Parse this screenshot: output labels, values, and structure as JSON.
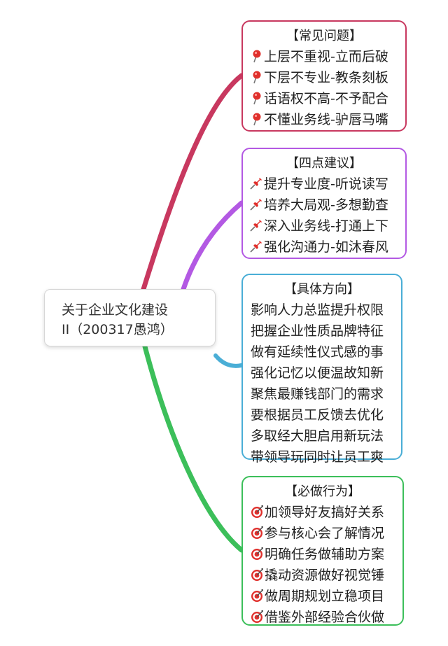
{
  "central": {
    "line1": "关于企业文化建设",
    "line2": "II（200317愚鸿）"
  },
  "colors": {
    "problems": "#c8385f",
    "suggestions": "#b359e3",
    "directions": "#4aaed6",
    "actions": "#3cbf5a"
  },
  "problems": {
    "title": "【常见问题】",
    "icon": "pin-icon",
    "items": [
      "上层不重视-立而后破",
      "下层不专业-教条刻板",
      "话语权不高-不予配合",
      "不懂业务线-驴唇马嘴"
    ]
  },
  "suggestions": {
    "title": "【四点建议】",
    "icon": "pushpin-icon",
    "items": [
      "提升专业度-听说读写",
      "培养大局观-多想勤查",
      "深入业务线-打通上下",
      "强化沟通力-如沐春风"
    ]
  },
  "directions": {
    "title": "【具体方向】",
    "items": [
      "影响人力总监提升权限",
      "把握企业性质品牌特征",
      "做有延续性仪式感的事",
      "强化记忆以便温故知新",
      "聚焦最赚钱部门的需求",
      "要根据员工反馈去优化",
      "多取经大胆启用新玩法",
      "带领导玩同时让员工爽"
    ]
  },
  "actions": {
    "title": "【必做行为】",
    "icon": "target-icon",
    "items": [
      "加领导好友搞好关系",
      "参与核心会了解情况",
      "明确任务做辅助方案",
      "撬动资源做好视觉锤",
      "做周期规划立稳项目",
      "借鉴外部经验合伙做"
    ]
  }
}
